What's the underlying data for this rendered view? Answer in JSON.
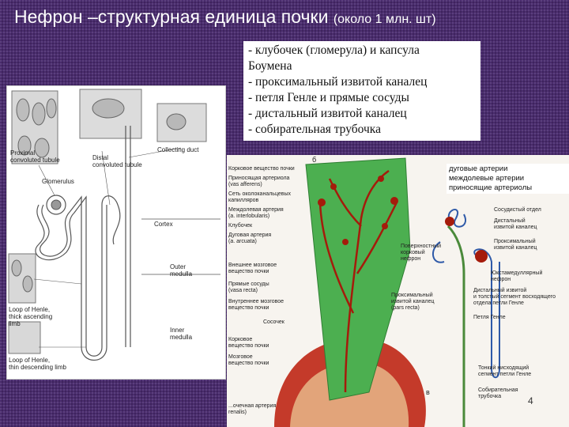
{
  "title": {
    "main": "Нефрон –структурная единица почки",
    "sub": "(около 1 млн. шт)"
  },
  "bullets": [
    "- клубочек (гломерула) и капсула",
    "Боумена",
    "- проксимальный извитой каналец",
    "- петля Генле и прямые сосуды",
    "- дистальный извитой каналец",
    "- собирательная трубочка"
  ],
  "left_figure": {
    "labels": {
      "proximal": "Proximal\nconvoluted tubule",
      "distal": "Distal\nconvoluted tubule",
      "collecting": "Collecting duct",
      "glomerulus": "Glomerulus",
      "cortex": "Cortex",
      "outer": "Outer\nmedulla",
      "inner": "Inner\nmedulla",
      "loop_thick": "Loop of Henle,\nthick ascending\nlimb",
      "loop_thin": "Loop of Henle,\nthin descending limb"
    }
  },
  "right_figure": {
    "left_labels": [
      "Корковое вещество почки",
      "Приносящая артериола\n(vas afferens)",
      "Сеть околоканальцевых\nкапилляров",
      "Междолевая артерия\n(a. interlobularis)",
      "Клубочек",
      "Дуговая артерия\n(a. arcuata)",
      "Внешнее мозговое\nвещество почки",
      "Прямые сосуды\n(vasa recta)",
      "Внутреннее мозговое\nвещество почки",
      "Сосочек",
      "Корковое\nвещество почки",
      "Мозговое\nвещество почки",
      "...очечная артерия\nrenalis)"
    ],
    "mid_labels": [
      "Поверхностный корковый\nнефрон",
      "Проксимальный\nизвитой каналец\n(pars recta)"
    ],
    "right_labels": [
      "Сосудистый отдел",
      "Дистальный\nизвитой каналец",
      "Проксимальный\nизвитой каналец",
      "Юкстамедуллярный\nнефрон",
      "Дистальный извитой\nи толстый сегмент восходящего\nотдела петли Генле",
      "Петля Генле",
      "Тонкий нисходящий\nсегмент петли Генле",
      "Собирательная\nтрубочка"
    ],
    "letters": [
      "б",
      "в"
    ]
  },
  "arteries_box": [
    "дуговые артерии",
    "междолевые артерии",
    "приносящие артериолы"
  ],
  "page_number": "4"
}
